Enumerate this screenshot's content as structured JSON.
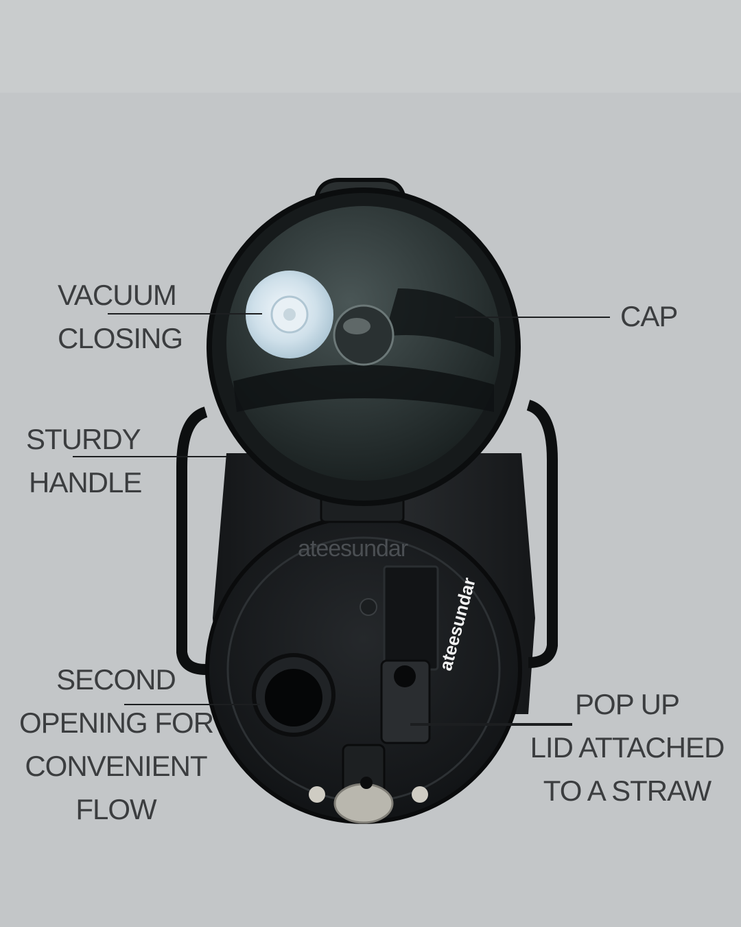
{
  "labels": {
    "vacuum_closing": [
      "VACUUM",
      "CLOSING"
    ],
    "cap": [
      "CAP"
    ],
    "sturdy_handle": [
      "STURDY",
      "HANDLE"
    ],
    "second_opening": [
      "SECOND",
      "OPENING FOR",
      "CONVENIENT",
      "FLOW"
    ],
    "pop_up_lid": [
      "POP UP",
      "LID ATTACHED",
      "TO A STRAW"
    ]
  },
  "watermarks": {
    "center": "ateesundar",
    "logo": "ateesundar"
  },
  "colors": {
    "background": "#c3c6c8",
    "label_text": "#3b3d3f",
    "bottle_body": "#1a1c1e",
    "smoked_lid": "#2f3a3a",
    "seal_disc": "#cfe0ea"
  }
}
